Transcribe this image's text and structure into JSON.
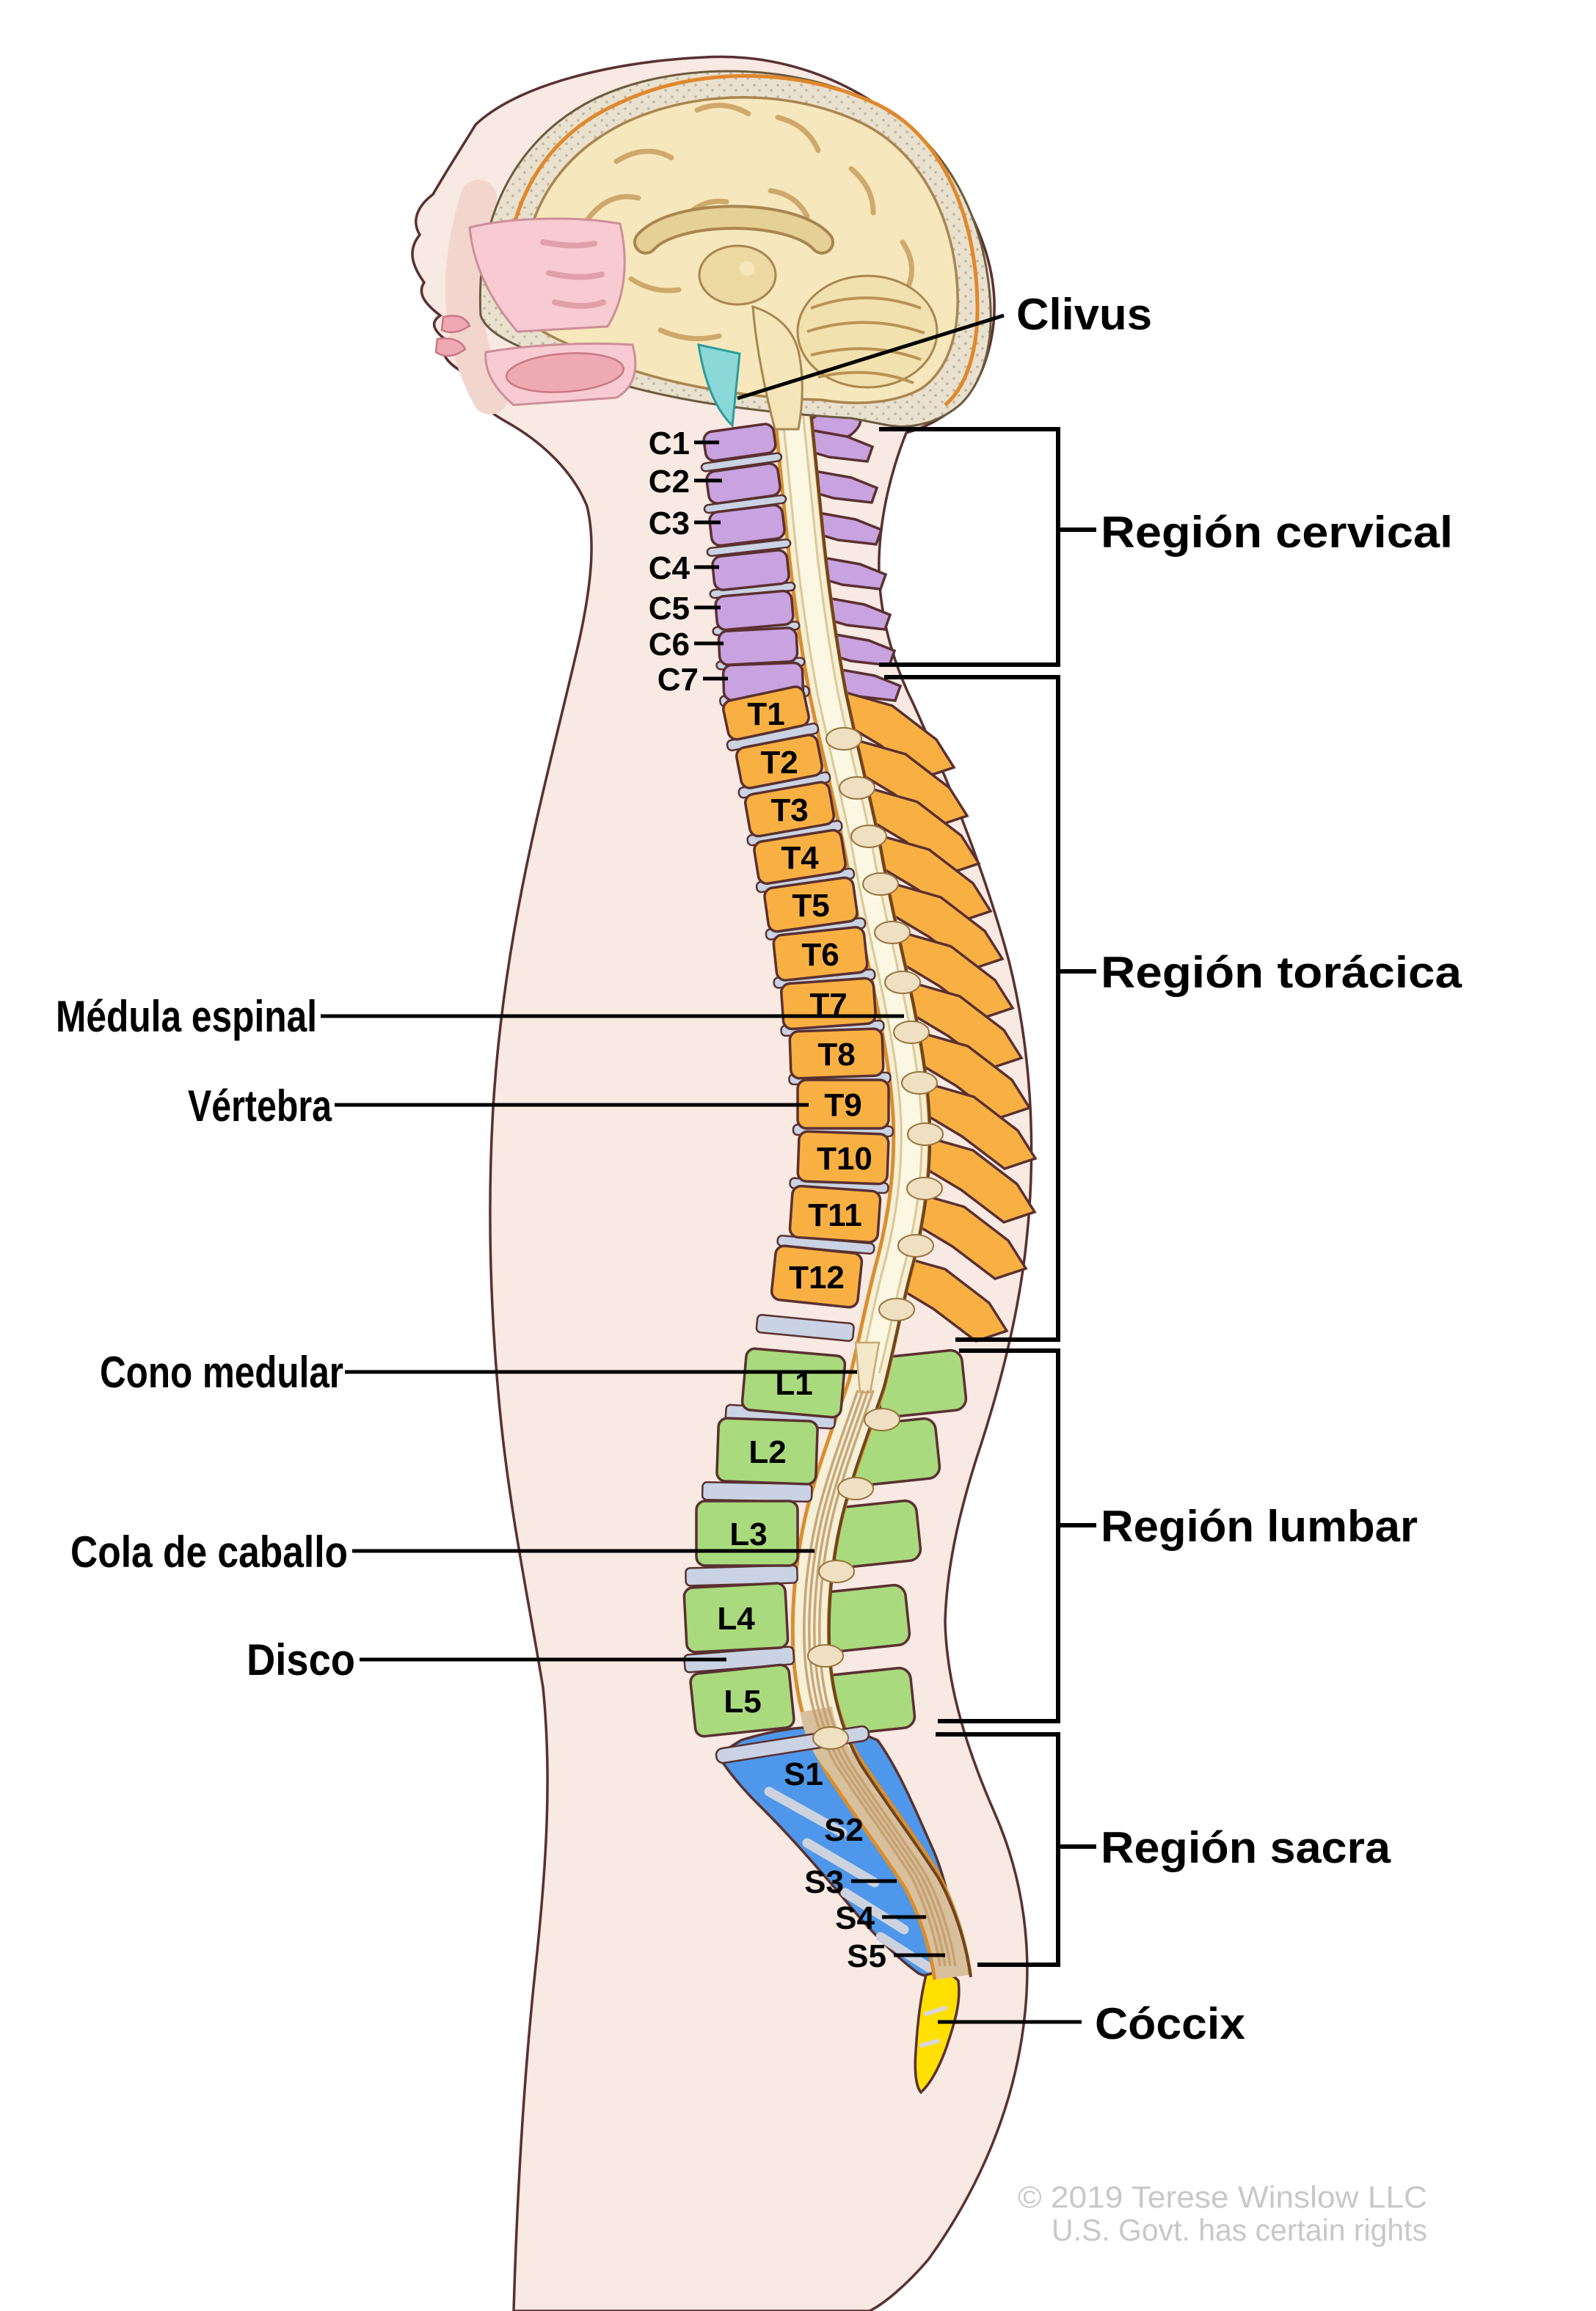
{
  "annotations": {
    "clivus": "Clivus",
    "medula_espinal": "Médula espinal",
    "vertebra": "Vértebra",
    "cono_medular": "Cono medular",
    "cola_de_caballo": "Cola de caballo",
    "disco": "Disco"
  },
  "regions": {
    "cervical": {
      "label": "Región cervical",
      "color": "#c9a2e0",
      "vertebrae": [
        "C1",
        "C2",
        "C3",
        "C4",
        "C5",
        "C6",
        "C7"
      ]
    },
    "toracica": {
      "label": "Región torácica",
      "color": "#f9b042",
      "vertebrae": [
        "T1",
        "T2",
        "T3",
        "T4",
        "T5",
        "T6",
        "T7",
        "T8",
        "T9",
        "T10",
        "T11",
        "T12"
      ]
    },
    "lumbar": {
      "label": "Región lumbar",
      "color": "#a9da7d",
      "vertebrae": [
        "L1",
        "L2",
        "L3",
        "L4",
        "L5"
      ]
    },
    "sacra": {
      "label": "Región sacra",
      "color": "#4e97ea",
      "vertebrae": [
        "S1",
        "S2",
        "S3",
        "S4",
        "S5"
      ]
    },
    "coccix": {
      "label": "Cóccix",
      "color": "#ffe000"
    }
  },
  "colors": {
    "body": "#f9e9e3",
    "outline": "#5a3030",
    "disc": "#c9d3e3",
    "cord_band": "#f6f0d8",
    "cord_core": "#fbf7e3",
    "cord_edge_orange": "#d98e2e",
    "cauda_tan": "#d9c09c",
    "fiber": "#c49e6e",
    "skull": "#e9e1ce",
    "brain": "#f6e8bc",
    "nasal": "#f7cbd1",
    "clivus_mark": "#8bd8d8",
    "knob": "#f0e0c2",
    "label": "#000000",
    "copyright": "#c8c8c8"
  },
  "copyright": {
    "line1": "© 2019 Terese Winslow LLC",
    "line2": "U.S. Govt. has certain rights"
  }
}
